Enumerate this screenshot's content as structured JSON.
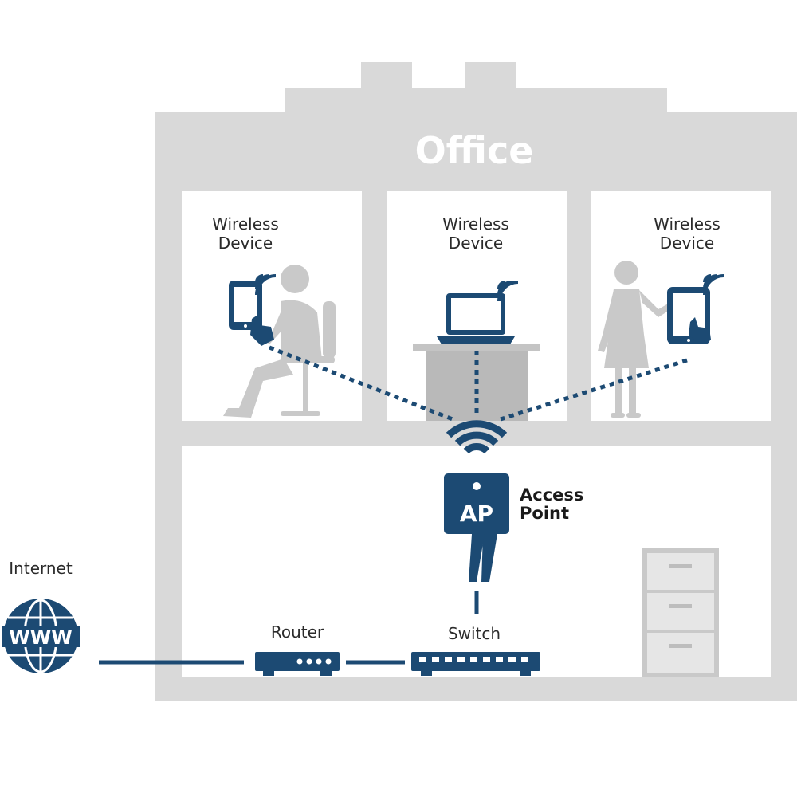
{
  "building": {
    "title": "Office"
  },
  "rooms": [
    {
      "label_line1": "Wireless",
      "label_line2": "Device"
    },
    {
      "label_line1": "Wireless",
      "label_line2": "Device"
    },
    {
      "label_line1": "Wireless",
      "label_line2": "Device"
    }
  ],
  "access_point": {
    "badge": "AP",
    "label_line1": "Access",
    "label_line2": "Point"
  },
  "router": {
    "label": "Router"
  },
  "switch": {
    "label": "Switch"
  },
  "internet": {
    "label": "Internet",
    "globe_text": "WWW"
  },
  "colors": {
    "device_blue": "#1c4a73",
    "building_gray": "#d9d9d9",
    "room_white": "#ffffff",
    "person_gray": "#c4c4c4"
  },
  "icons": [
    "tablet-icon",
    "laptop-icon",
    "wifi-signal-icon",
    "globe-www-icon",
    "router-icon",
    "switch-icon",
    "filing-cabinet-icon"
  ]
}
